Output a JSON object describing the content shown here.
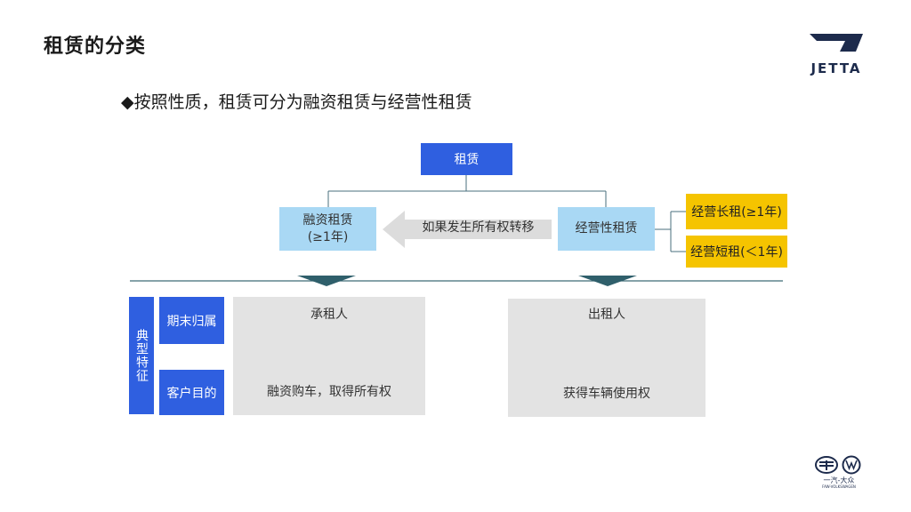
{
  "header": {
    "title": "租赁的分类",
    "brand": "JETTA"
  },
  "subtitle": "◆按照性质，租赁可分为融资租赁与经营性租赁",
  "diagram": {
    "root": "租赁",
    "finance_lease": "融资租赁\n(≥1年)",
    "operating_lease": "经营性租赁",
    "transfer_arrow": "如果发生所有权转移",
    "long_term": "经营长租(≥1年)",
    "short_term": "经营短租(＜1年)"
  },
  "features": {
    "section_label": "典型特征",
    "row1_label": "期末归属",
    "row2_label": "客户目的",
    "finance": {
      "ownership": "承租人",
      "purpose": "融资购车，取得所有权"
    },
    "operating": {
      "ownership": "出租人",
      "purpose": "获得车辆使用权"
    }
  },
  "footer": {
    "brand_text": "一汽-大众",
    "brand_sub": "FAW-VOLKSWAGEN"
  },
  "colors": {
    "primary_blue": "#2f5fe0",
    "light_blue": "#a9d8f4",
    "yellow": "#f5c400",
    "panel_gray": "#e3e3e3",
    "dark_teal": "#2f5f6b"
  }
}
